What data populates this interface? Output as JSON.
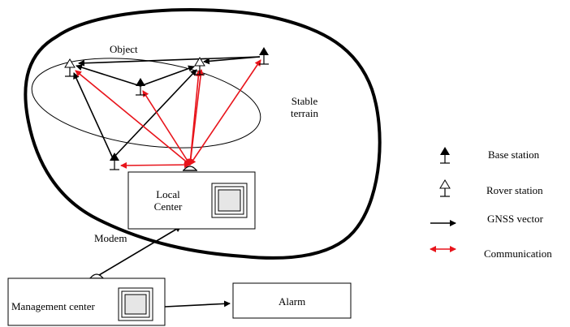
{
  "diagram": {
    "labels": {
      "object": "Object",
      "stable_terrain": "Stable\nterrain",
      "local_center": "Local\nCenter",
      "modem": "Modem",
      "management_center": "Management center",
      "alarm": "Alarm"
    },
    "legend": {
      "base_station": "Base station",
      "rover_station": "Rover station",
      "gnss_vector": "GNSS vector",
      "communication": "Communication"
    },
    "colors": {
      "gnss_vector": "#000000",
      "communication": "#e8141b",
      "outline": "#000000"
    }
  }
}
